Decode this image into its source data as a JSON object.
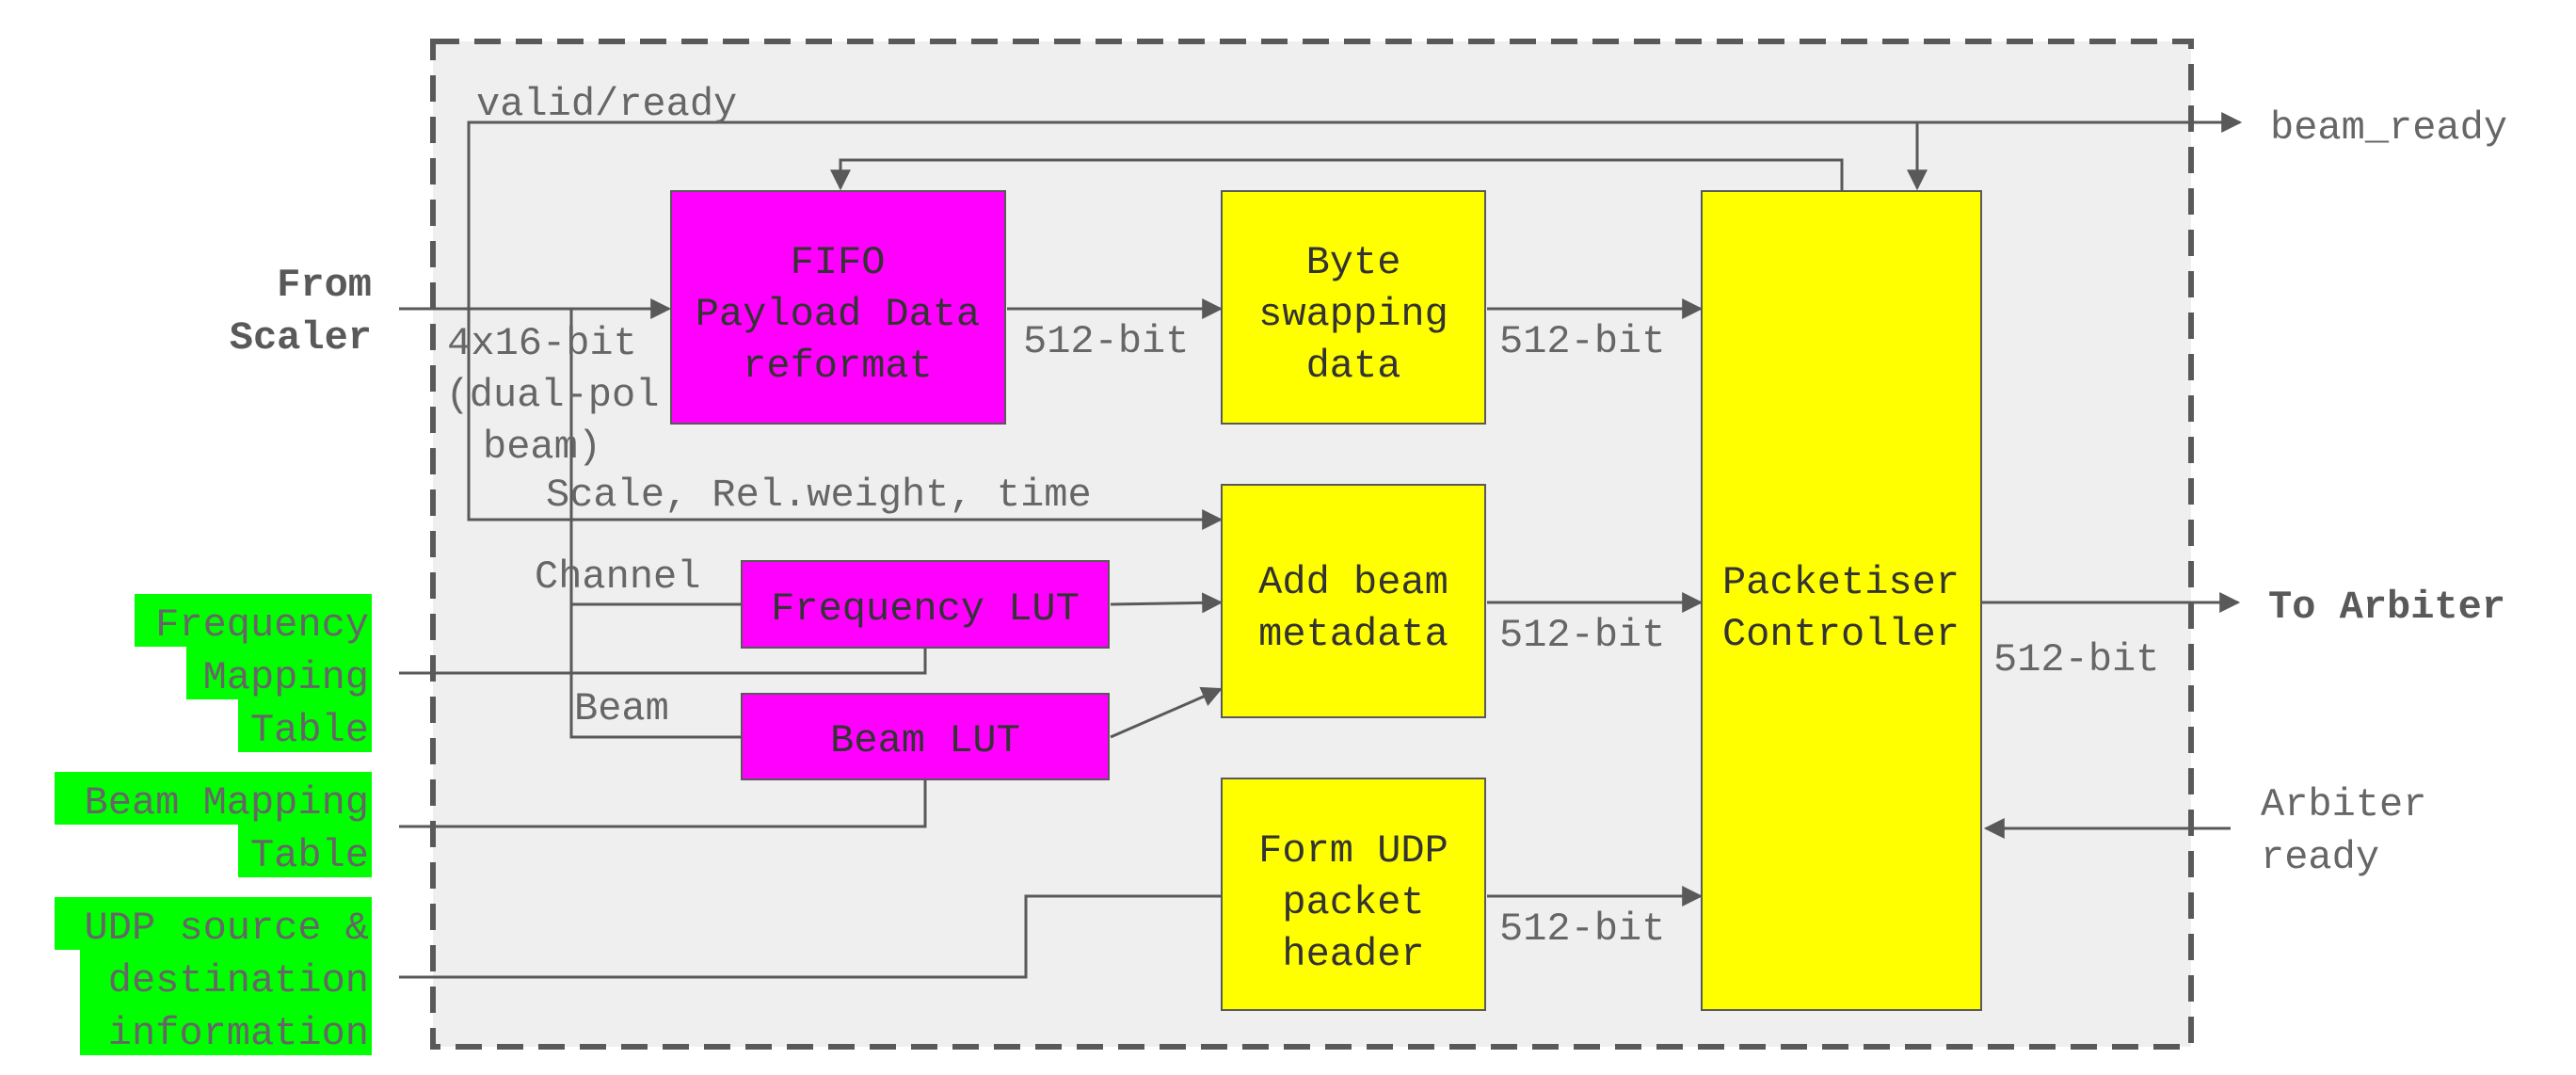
{
  "signals": {
    "valid_ready": "valid/ready",
    "beam_ready": "beam_ready",
    "from_scaler": [
      "From",
      "Scaler"
    ],
    "input_width": [
      "4x16-bit",
      "(dual-pol",
      "beam)"
    ],
    "scale_weight_time": "Scale, Rel.weight, time",
    "channel": "Channel",
    "beam": "Beam",
    "to_arbiter": "To Arbiter",
    "arbiter_ready": [
      "Arbiter",
      "ready"
    ],
    "bus_fifo_byte": "512-bit",
    "bus_byte_pkt": "512-bit",
    "bus_meta_pkt": "512-bit",
    "bus_udp_pkt": "512-bit",
    "bus_out": "512-bit"
  },
  "blocks": {
    "fifo": [
      "FIFO",
      "Payload Data",
      "reformat"
    ],
    "byte_swap": [
      "Byte",
      "swapping",
      "data"
    ],
    "packetiser": [
      "Packetiser",
      "Controller"
    ],
    "add_meta": [
      "Add beam",
      "metadata"
    ],
    "freq_lut": "Frequency LUT",
    "beam_lut": "Beam LUT",
    "udp_header": [
      "Form UDP",
      "packet",
      "header"
    ]
  },
  "inputs": {
    "freq_table": [
      "Frequency",
      "Mapping",
      "Table"
    ],
    "beam_table": [
      "Beam Mapping",
      "Table"
    ],
    "udp_info": [
      "UDP source &",
      "destination",
      "information"
    ]
  },
  "colors": {
    "magenta": "#ff00ff",
    "yellow": "#ffff00",
    "green": "#00ff00",
    "panel": "#efefef",
    "border": "#595959"
  }
}
